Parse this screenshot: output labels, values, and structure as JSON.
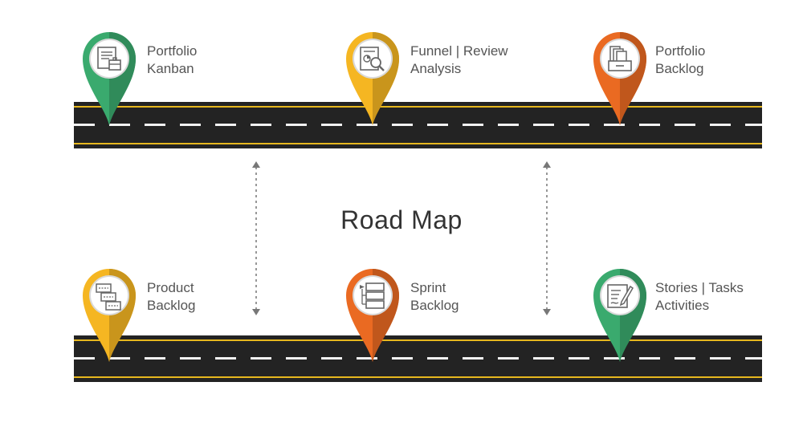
{
  "title": "Road Map",
  "colors": {
    "green": "#3aaa6e",
    "yellow": "#f5b622",
    "orange": "#ea6a22",
    "road": "#232323",
    "road_edge": "#e6b71e",
    "text": "#555555"
  },
  "milestones": [
    {
      "line1": "Portfolio",
      "line2": "Kanban",
      "color": "green",
      "icon": "kanban-document-icon"
    },
    {
      "line1": "Funnel | Review",
      "line2": "Analysis",
      "color": "yellow",
      "icon": "magnifier-report-icon"
    },
    {
      "line1": "Portfolio",
      "line2": "Backlog",
      "color": "orange",
      "icon": "file-box-icon"
    },
    {
      "line1": "Product",
      "line2": "Backlog",
      "color": "yellow",
      "icon": "stacked-cards-icon"
    },
    {
      "line1": "Sprint",
      "line2": "Backlog",
      "color": "orange",
      "icon": "stacked-blocks-icon"
    },
    {
      "line1": "Stories | Tasks",
      "line2": "Activities",
      "color": "green",
      "icon": "edit-document-icon"
    }
  ]
}
